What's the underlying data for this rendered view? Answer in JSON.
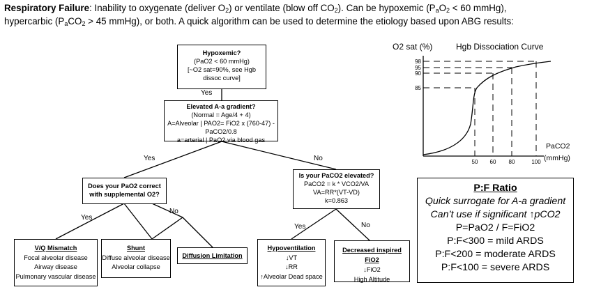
{
  "intro": {
    "title": "Respiratory Failure",
    "line1_pre": ": Inability to oxygenate (deliver O",
    "line1_mid": ") or ventilate (blow off CO",
    "line1_end": "). Can be hypoxemic (P",
    "line1_pao2": "O",
    "line1_tail": " < 60 mmHg),",
    "line2_pre": "hypercarbic (P",
    "line2_mid": "CO",
    "line2_tail": " > 45 mmHg), or both. A quick algorithm can be used to determine the etiology based upon ABG results:",
    "sub2": "2",
    "suba": "a"
  },
  "flow": {
    "hypoxemic": {
      "title": "Hypoxemic?",
      "l1": "(PaO2 < 60 mmHg)",
      "l2": "[~O2 sat=90%, see Hgb dissoc curve]"
    },
    "yes_1": "Yes",
    "aa": {
      "title": "Elevated A-a gradient?",
      "l1": "(Normal = Age/4 + 4)",
      "l2": "A=Alveolar | PAO2= FiO2 x (760-47) - PaCO2/0.8",
      "l3": "a=arterial | PaO2 via blood gas"
    },
    "yes_2": "Yes",
    "no_2": "No",
    "correct": {
      "title": "Does your PaO2 correct",
      "title2": "with supplemental O2?"
    },
    "paco2": {
      "title": "Is your PaCO2 elevated?",
      "l1": "PaCO2 = k * VCO2/VA",
      "l2": "VA=RR*(VT-VD)",
      "l3": "k=0.863"
    },
    "yes_3": "Yes",
    "no_3": "No",
    "yes_4": "Yes",
    "no_4": "No",
    "vq": {
      "title": "V/Q Mismatch",
      "l1": "Focal alveolar disease",
      "l2": "Airway disease",
      "l3": "Pulmonary vascular disease"
    },
    "shunt": {
      "title": "Shunt",
      "l1": "Diffuse alveolar disease",
      "l2": "Alveolar collapse"
    },
    "diffusion": {
      "title": "Diffusion Limitation"
    },
    "hypovent": {
      "title": "Hypoventilation",
      "l1": "↓VT",
      "l2": "↓RR",
      "l3": "↑Alveolar Dead space"
    },
    "fio2": {
      "title": "Decreased inspired FiO2",
      "l1": "↓FiO2",
      "l2": "High Altitude"
    }
  },
  "chart_data": {
    "type": "line",
    "title": "Hgb Dissociation Curve",
    "ylabel": "O2 sat (%)",
    "xlabel": "PaCO2 (mmHg)",
    "xlabel_1": "PaCO2",
    "xlabel_2": "(mmHg)",
    "x_ticks": [
      "50",
      "60",
      "80",
      "100"
    ],
    "y_ticks": [
      "98",
      "95",
      "90",
      "85"
    ],
    "reference_points": [
      {
        "x": 50,
        "y": 85
      },
      {
        "x": 60,
        "y": 90
      },
      {
        "x": 80,
        "y": 95
      },
      {
        "x": 100,
        "y": 98
      }
    ]
  },
  "pf": {
    "title": "P:F Ratio",
    "l1": "Quick surrogate for A-a gradient",
    "l2": "Can’t use if significant ↑pCO2",
    "l3": "P=PaO2 / F=FiO2",
    "l4": "P:F<300 = mild ARDS",
    "l5": "P:F<200 = moderate ARDS",
    "l6": "P:F<100 = severe ARDS"
  }
}
